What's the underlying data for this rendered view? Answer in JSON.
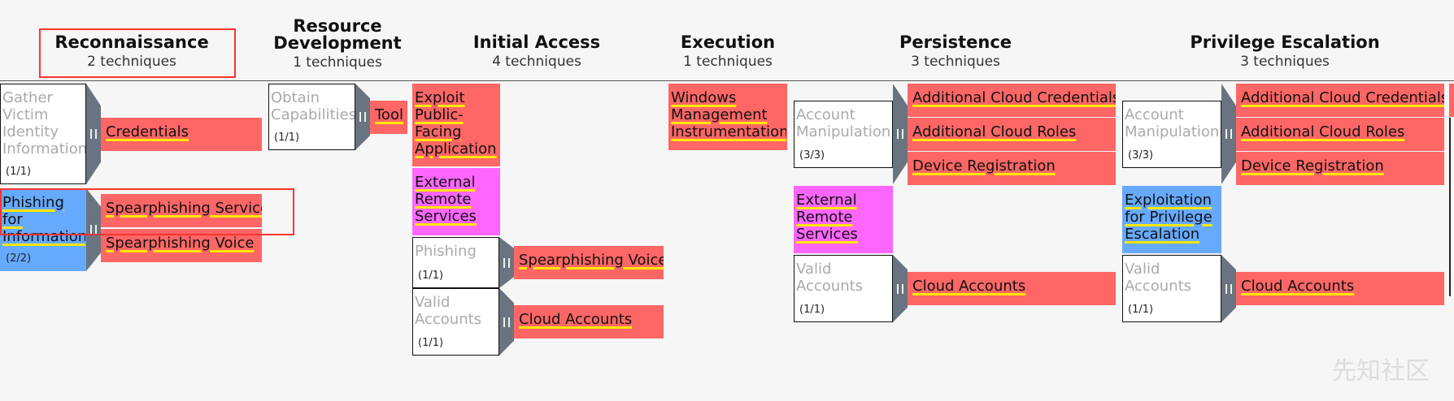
{
  "tactics": [
    {
      "name": "Reconnaissance",
      "count": "2  techniques"
    },
    {
      "name1": "Resource",
      "name2": "Development",
      "count": "1  techniques"
    },
    {
      "name": "Initial Access",
      "count": "4  techniques"
    },
    {
      "name": "Execution",
      "count": "1  techniques"
    },
    {
      "name": "Persistence",
      "count": "3  techniques"
    },
    {
      "name": "Privilege Escalation",
      "count": "3  techniques"
    }
  ],
  "recon": {
    "gather": {
      "l1": "Gather",
      "l2": "Victim",
      "l3": "Identity",
      "l4": "Information",
      "count": "(1/1)",
      "sub": "Credentials"
    },
    "phishing": {
      "l1": "Phishing",
      "l2": "for",
      "l3": "Information",
      "count": "(2/2)",
      "sub1": "Spearphishing Service",
      "sub2": "Spearphishing Voice"
    }
  },
  "resource": {
    "obtain": {
      "l1": "Obtain",
      "l2": "Capabilities",
      "count": "(1/1)",
      "sub": "Tool"
    }
  },
  "initial": {
    "exploit": {
      "l1": "Exploit",
      "l2": "Public-",
      "l3": "Facing",
      "l4": "Application"
    },
    "external": {
      "l1": "External",
      "l2": "Remote",
      "l3": "Services"
    },
    "phishing": {
      "l1": "Phishing",
      "count": "(1/1)",
      "sub": "Spearphishing Voice"
    },
    "valid": {
      "l1": "Valid",
      "l2": "Accounts",
      "count": "(1/1)",
      "sub": "Cloud Accounts"
    }
  },
  "execution": {
    "wmi": {
      "l1": "Windows",
      "l2": "Management",
      "l3": "Instrumentation"
    }
  },
  "persistence": {
    "account": {
      "l1": "Account",
      "l2": "Manipulation",
      "count": "(3/3)",
      "sub1": "Additional Cloud Credentials",
      "sub2": "Additional Cloud Roles",
      "sub3": "Device Registration"
    },
    "external": {
      "l1": "External",
      "l2": "Remote",
      "l3": "Services"
    },
    "valid": {
      "l1": "Valid",
      "l2": "Accounts",
      "count": "(1/1)",
      "sub": "Cloud Accounts"
    }
  },
  "privesc": {
    "account": {
      "l1": "Account",
      "l2": "Manipulation",
      "count": "(3/3)",
      "sub1": "Additional Cloud Credentials",
      "sub2": "Additional Cloud Roles",
      "sub3": "Device Registration"
    },
    "exploitation": {
      "l1": "Exploitation",
      "l2": "for Privilege",
      "l3": "Escalation"
    },
    "valid": {
      "l1": "Valid",
      "l2": "Accounts",
      "count": "(1/1)",
      "sub": "Cloud Accounts"
    }
  },
  "watermark": "先知社区",
  "colors": {
    "selected": "#ff6666",
    "used": "#66aaff",
    "highlight": "#ff66ff",
    "underline": "#ffe600",
    "border_select": "#ff3333"
  }
}
